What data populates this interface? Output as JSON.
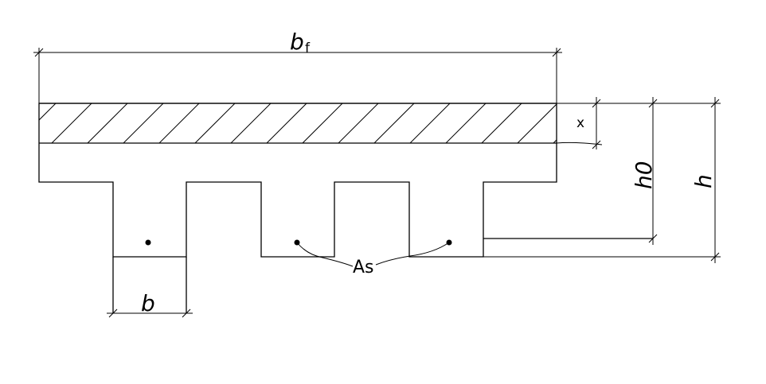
{
  "labels": {
    "flange_width": "b",
    "flange_width_sub": "f",
    "web_width": "b",
    "compression_depth": "x",
    "effective_depth": "h0",
    "total_height": "h",
    "reinforcement": "As"
  }
}
